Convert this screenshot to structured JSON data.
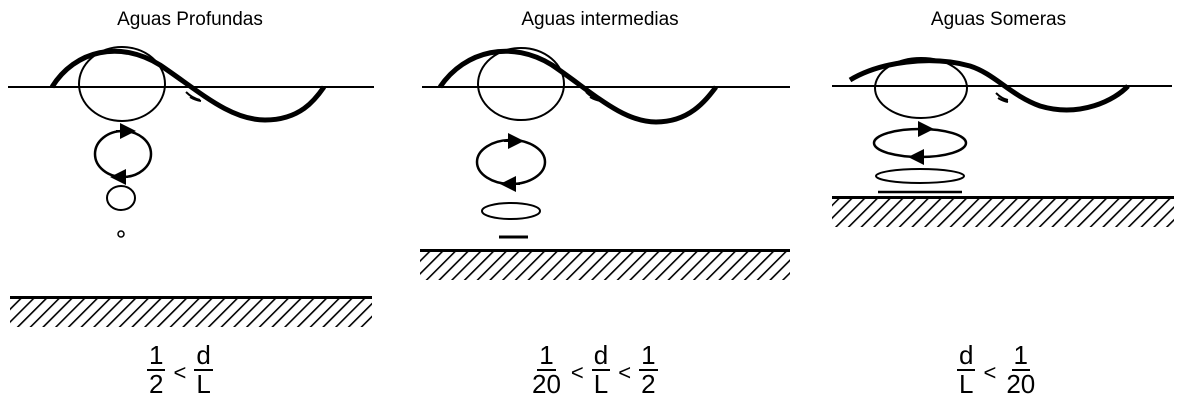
{
  "panels": [
    {
      "title": "Aguas Profundas",
      "formula": {
        "left_num": "1",
        "left_den": "2",
        "op1": "<",
        "mid_num": "d",
        "mid_den": "L"
      }
    },
    {
      "title": "Aguas intermedias",
      "formula": {
        "left_num": "1",
        "left_den": "20",
        "op1": "<",
        "mid_num": "d",
        "mid_den": "L",
        "op2": "<",
        "right_num": "1",
        "right_den": "2"
      }
    },
    {
      "title": "Aguas Someras",
      "formula": {
        "left_num": "d",
        "left_den": "L",
        "op1": "<",
        "mid_num": "1",
        "mid_den": "20"
      }
    }
  ]
}
